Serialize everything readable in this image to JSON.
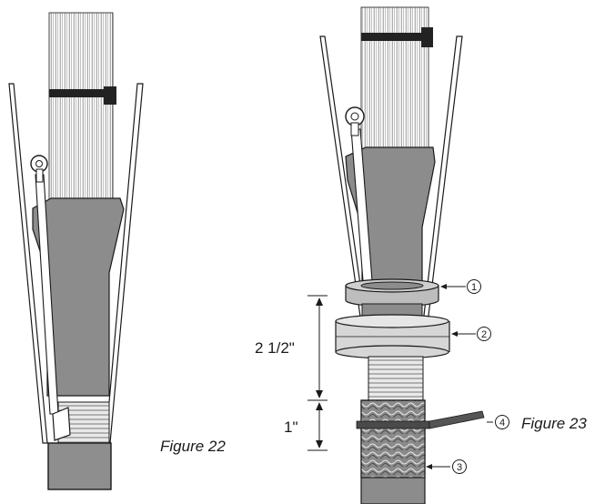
{
  "figures": [
    {
      "caption": "Figure 22"
    },
    {
      "caption": "Figure 23"
    }
  ],
  "dimensions": {
    "upper": "2 1/2\"",
    "lower": "1\""
  },
  "callouts": [
    "1",
    "2",
    "3",
    "4"
  ],
  "colors": {
    "outline": "#1a1a1a",
    "conductors": "#c8c8c8",
    "tube": "#8c8c8c",
    "tube_dark": "#7a7a7a",
    "braid": "#9a9a9a",
    "tie": "#222222",
    "ring_light": "#d6d6d6",
    "base": "#8e8e8e"
  }
}
